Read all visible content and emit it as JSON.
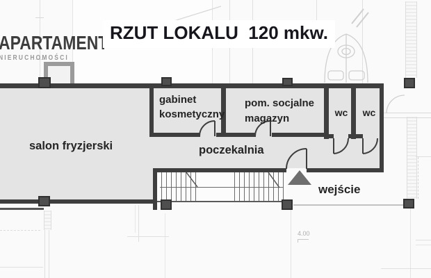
{
  "logo": {
    "brand": "APARTAMENT",
    "tagline": "NIERUCHOMOŚCI"
  },
  "header": {
    "title": "RZUT LOKALU  120 mkw."
  },
  "rooms": {
    "salon": "salon fryzjerski",
    "gabinet_line1": "gabinet",
    "gabinet_line2": "kosmetyczny",
    "socjalne_line1": "pom. socjalne",
    "socjalne_line2": "magazyn",
    "wc1": "wc",
    "wc2": "wc",
    "poczekalnia": "poczekalnia"
  },
  "annotations": {
    "entrance": "wejście",
    "dimension": "4.00"
  },
  "colors": {
    "wall": "#3e3e3e",
    "room_fill": "#e4e4e4",
    "column": "#4f4f4f",
    "entrance_arrow": "#6e6e6e",
    "title_text": "#16161c",
    "logo_brand": "#3d3d3d",
    "logo_tagline": "#999999",
    "label_text": "#242424"
  }
}
